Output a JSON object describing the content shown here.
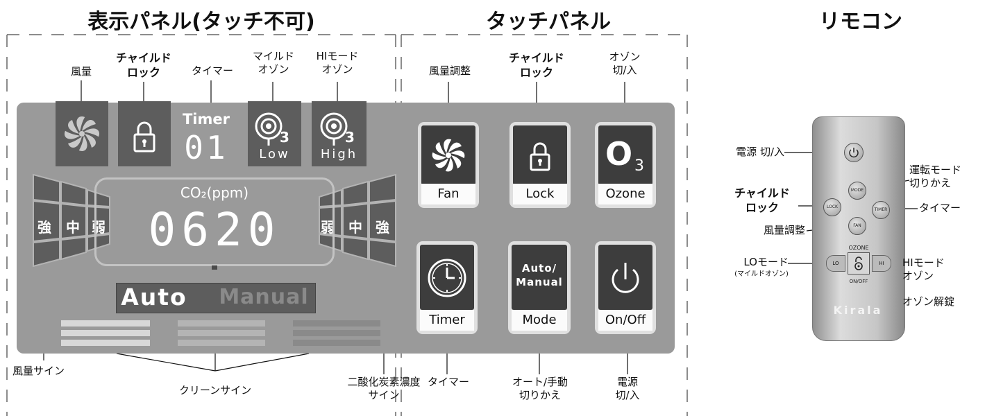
{
  "headings": {
    "display_panel": "表示パネル(タッチ不可)",
    "touch_panel": "タッチパネル",
    "remote": "リモコン"
  },
  "display_labels": {
    "fan_volume": "風量",
    "child_lock": "チャイルド\nロック",
    "timer": "タイマー",
    "mild_ozone": "マイルド\nオゾン",
    "hi_mode_ozone": "HIモード\nオゾン",
    "fan_sign": "風量サイン",
    "clean_sign": "クリーンサイン",
    "co2_sign": "二酸化炭素濃度\nサイン"
  },
  "lcd": {
    "timer_word": "Timer",
    "timer_digits": "01",
    "ozone_low": "Low",
    "ozone_high": "High",
    "ozone_symbol": "3",
    "co2_label": "CO₂(ppm)",
    "co2_value": "0620",
    "auto": "Auto",
    "manual": "Manual",
    "left_levels": [
      "強",
      "中",
      "弱"
    ],
    "right_levels": [
      "弱",
      "中",
      "強"
    ]
  },
  "touch_labels": {
    "fan_adjust": "風量調整",
    "child_lock": "チャイルド\nロック",
    "ozone_toggle": "オゾン\n切/入",
    "timer": "タイマー",
    "auto_manual": "オート/手動\n切りかえ",
    "power": "電源\n切/入"
  },
  "touch_buttons": {
    "fan": "Fan",
    "lock": "Lock",
    "ozone": "Ozone",
    "ozone_glyph": "O",
    "ozone_sub": "3",
    "timer": "Timer",
    "mode": "Mode",
    "mode_face": "Auto/\nManual",
    "onoff": "On/Off"
  },
  "remote": {
    "power_label": "電源 切/入",
    "mode_label": "運転モード\n切りかえ",
    "child_lock_label": "チャイルド\nロック",
    "timer_label": "タイマー",
    "fan_label": "風量調整",
    "lo_label": "LOモード",
    "lo_sub": "(マイルドオゾン)",
    "hi_label": "HIモード\nオゾン",
    "unlock_label": "オゾン解錠",
    "btn_mode": "MODE",
    "btn_lock": "LOCK",
    "btn_timer": "TIMER",
    "btn_fan": "FAN",
    "btn_lo": "LO",
    "btn_hi": "HI",
    "ozone_text": "OZONE",
    "onoff_text": "ON/OFF",
    "brand": "Kirala"
  },
  "colors": {
    "panel_bg": "#9a9a9a",
    "lcd_tile": "#5d5d5d",
    "button_face": "#3d3d3d"
  }
}
